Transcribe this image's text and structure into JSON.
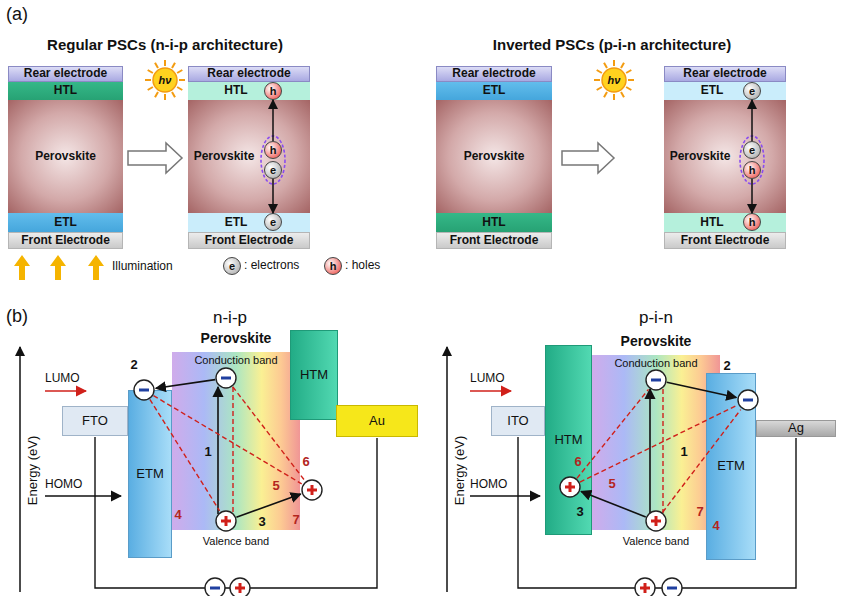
{
  "diagram": {
    "nodes": [
      {
        "text": [
          "Rear electrode"
        ]
      },
      {
        "text": [
          "HTL"
        ]
      },
      {
        "text": [
          "Perovskite"
        ]
      },
      {
        "text": [
          "ETL"
        ]
      },
      {
        "text": [
          "Front Electrode"
        ]
      },
      {
        "text": [
          "Rear electrode"
        ]
      },
      {
        "text": [
          "HTL"
        ]
      },
      {
        "text": [
          "h"
        ],
        "in": 6
      },
      {
        "text": [
          "Perovskite"
        ]
      },
      {
        "text": [
          "h"
        ],
        "in": 8
      },
      {
        "text": [
          "e"
        ],
        "in": 8
      },
      {
        "text": [
          "ETL"
        ]
      },
      {
        "text": [
          "e"
        ],
        "in": 11
      },
      {
        "text": [
          "Front Electrode"
        ]
      },
      {
        "text": [
          "Rear electrode"
        ]
      },
      {
        "text": [
          "ETL"
        ]
      },
      {
        "text": [
          "Perovskite"
        ]
      },
      {
        "text": [
          "HTL"
        ]
      },
      {
        "text": [
          "Front Electrode"
        ]
      },
      {
        "text": [
          "Rear electrode"
        ]
      },
      {
        "text": [
          "ETL"
        ]
      },
      {
        "text": [
          "e"
        ],
        "in": 20
      },
      {
        "text": [
          "Perovskite"
        ]
      },
      {
        "text": [
          "e"
        ],
        "in": 22
      },
      {
        "text": [
          "h"
        ],
        "in": 22
      },
      {
        "text": [
          "HTL"
        ]
      },
      {
        "text": [
          "h"
        ],
        "in": 25
      },
      {
        "text": [
          "Front Electrode"
        ]
      },
      {
        "text": [
          "e"
        ]
      },
      {
        "text": [
          "h"
        ]
      },
      {
        "text": [
          "FTO"
        ]
      },
      {
        "text": [
          "ETM"
        ]
      },
      {
        "text": [
          "Perovskite",
          "Conduction band",
          "Valence band"
        ]
      },
      {
        "text": [
          "HTM"
        ]
      },
      {
        "text": [
          "Au"
        ]
      },
      {
        "text": [
          "ITO"
        ]
      },
      {
        "text": [
          "HTM"
        ]
      },
      {
        "text": [
          "Perovskite",
          "Conduction band",
          "Valence band"
        ]
      },
      {
        "text": [
          "ETM"
        ]
      },
      {
        "text": [
          "Ag"
        ]
      }
    ],
    "edges": [
      {
        "from": 9,
        "to": 7,
        "arrow": "to"
      },
      {
        "from": 10,
        "to": 12,
        "arrow": "to"
      },
      {
        "from": 23,
        "to": 21,
        "arrow": "to"
      },
      {
        "from": 24,
        "to": 26,
        "arrow": "to"
      }
    ],
    "labels": [
      "(a)",
      "Regular PSCs (n-i-p architecture)",
      "Inverted PSCs (p-i-n architecture)",
      "hν",
      "hν",
      "Illumination",
      ": electrons",
      ": holes",
      "(b)",
      "n-i-p",
      "p-i-n",
      "Energy (eV)",
      "LUMO",
      "HOMO",
      "1",
      "2",
      "3",
      "4",
      "5",
      "6",
      "7",
      "Energy (eV)",
      "LUMO",
      "HOMO",
      "1",
      "2",
      "3",
      "4",
      "5",
      "6",
      "7"
    ]
  }
}
